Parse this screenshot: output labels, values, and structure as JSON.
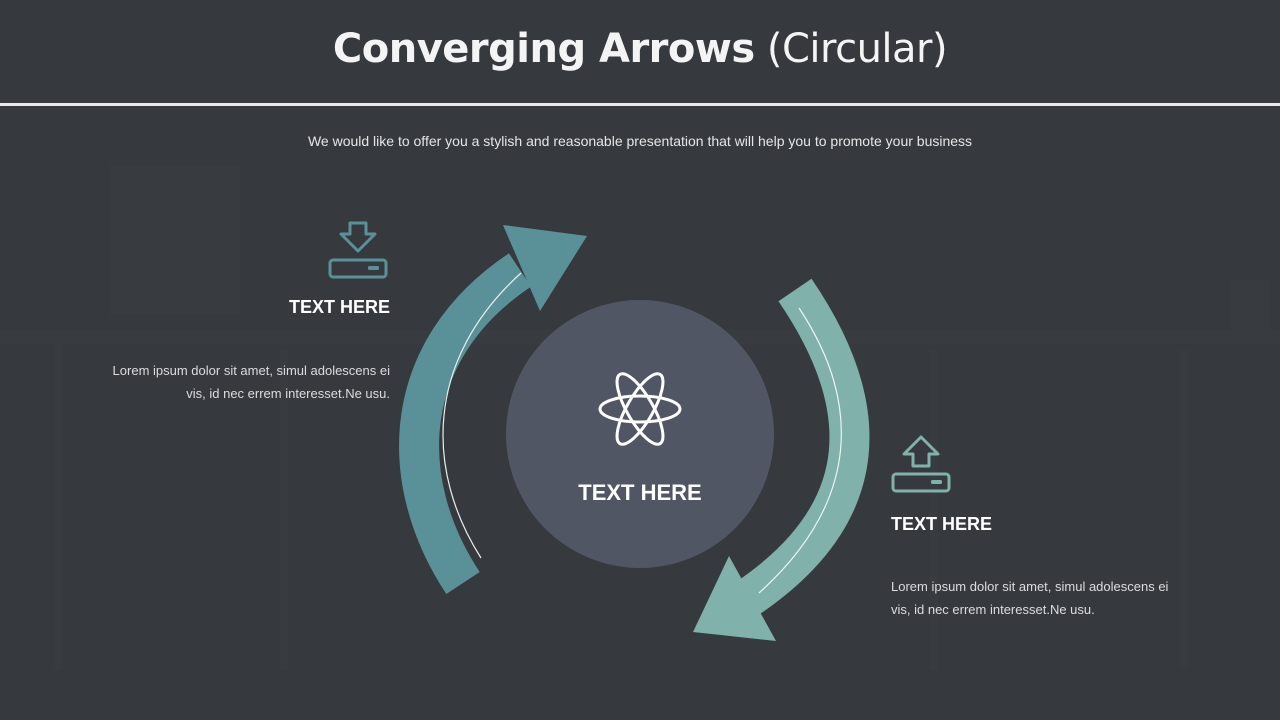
{
  "slide": {
    "title_bold": "Converging Arrows",
    "title_light": "(Circular)",
    "subtitle": "We would like to offer you a stylish and reasonable presentation that will help you to promote your business"
  },
  "center": {
    "icon": "atom-icon",
    "label": "TEXT HERE",
    "color": "#505663"
  },
  "left_block": {
    "icon": "download-tray-icon",
    "title": "TEXT HERE",
    "body": "Lorem ipsum dolor sit amet, simul adolescens ei vis, id nec errem interesset.Ne usu.",
    "accent": "#5a9199"
  },
  "right_block": {
    "icon": "upload-tray-icon",
    "title": "TEXT HERE",
    "body": "Lorem ipsum dolor sit amet, simul adolescens ei vis, id nec errem interesset.Ne usu.",
    "accent": "#80b1aa"
  },
  "colors": {
    "background": "#363a3f",
    "arrow_left": "#5a9199",
    "arrow_right": "#80b1aa",
    "text": "#ffffff"
  }
}
